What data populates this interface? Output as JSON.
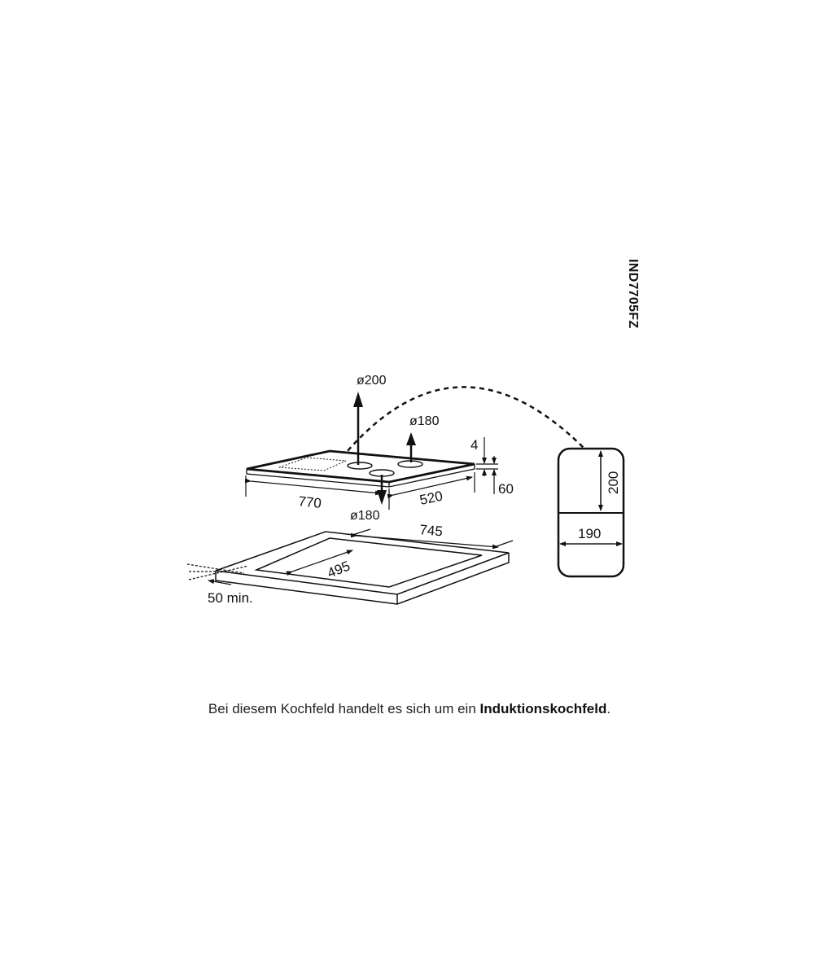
{
  "model": "IND7705FZ",
  "dimensions": {
    "zone_large": "ø200",
    "zone_rear_right": "ø180",
    "zone_front": "ø180",
    "width": "770",
    "depth": "520",
    "glass_thickness": "4",
    "height": "60",
    "cutout_width": "745",
    "cutout_depth": "495",
    "min_distance": "50 min.",
    "box_height": "200",
    "box_width": "190"
  },
  "caption": {
    "prefix": "Bei diesem Kochfeld handelt es sich um ein ",
    "emphasis": "Induktionskochfeld",
    "suffix": "."
  }
}
